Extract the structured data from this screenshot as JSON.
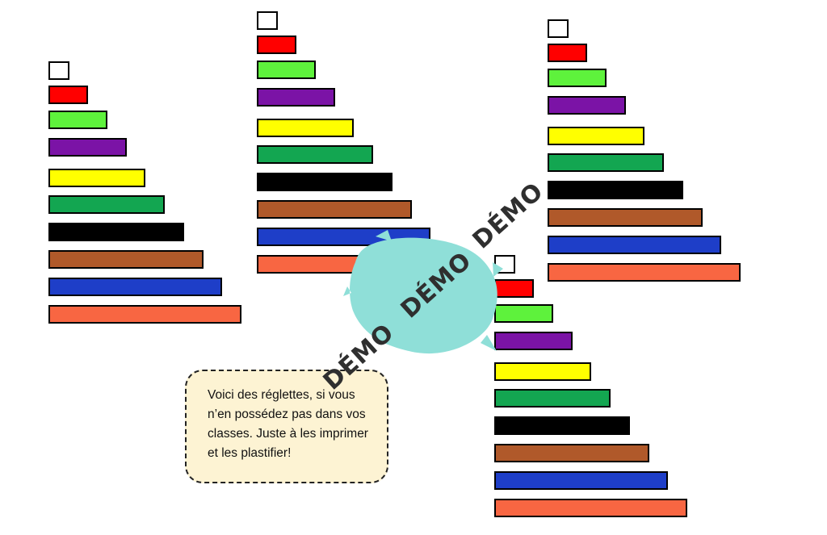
{
  "rod_colors": [
    {
      "name": "white",
      "hex": "#ffffff"
    },
    {
      "name": "red",
      "hex": "#ff0000"
    },
    {
      "name": "light-green",
      "hex": "#5ef23c"
    },
    {
      "name": "purple",
      "hex": "#7b13a6"
    },
    {
      "name": "yellow",
      "hex": "#ffff00"
    },
    {
      "name": "dark-green",
      "hex": "#13a651"
    },
    {
      "name": "black",
      "hex": "#000000"
    },
    {
      "name": "brown",
      "hex": "#b0592a"
    },
    {
      "name": "blue",
      "hex": "#1e3ec8"
    },
    {
      "name": "orange",
      "hex": "#f86642"
    }
  ],
  "splash_color": "#8fdfd8",
  "note": {
    "text": "Voici des réglettes, si vous n’en possédez pas dans vos classes. Juste à les imprimer et les plastifier!"
  },
  "watermarks": [
    "DÉMO",
    "DÉMO",
    "DÉMO"
  ]
}
